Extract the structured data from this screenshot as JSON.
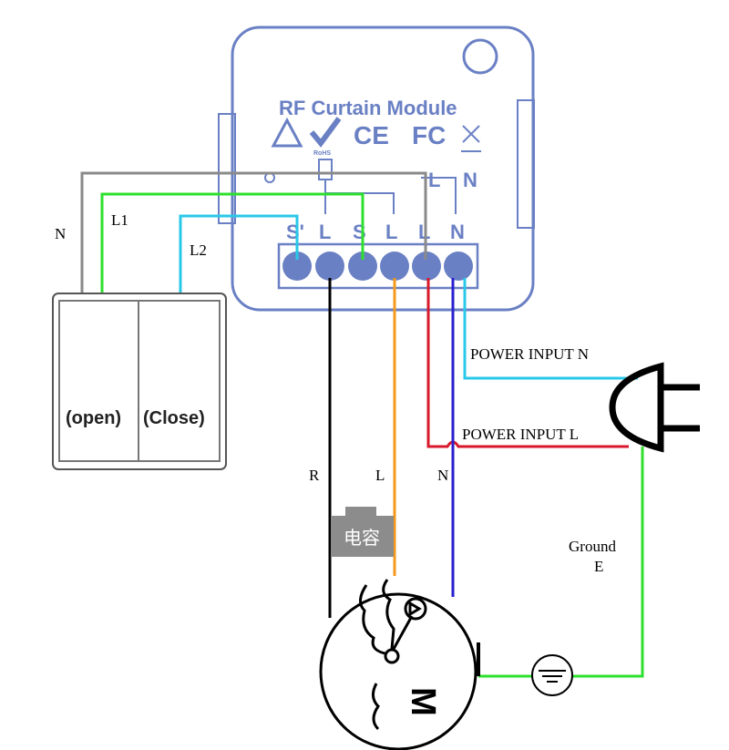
{
  "module": {
    "title": "RF Curtain Module",
    "cert_marks": [
      "CE",
      "FC"
    ],
    "rohs": "RoHS",
    "top_terminals": [
      "L",
      "N"
    ],
    "terminals": [
      "S'",
      "L",
      "S",
      "L",
      "L",
      "N"
    ],
    "color": "#6a80c4"
  },
  "switch": {
    "left": "(open)",
    "right": "(Close)"
  },
  "wire_labels": {
    "n_left": "N",
    "l1": "L1",
    "l2": "L2",
    "r": "R",
    "l": "L",
    "n": "N",
    "power_n": "POWER INPUT N",
    "power_l": "POWER INPUT L",
    "ground": "Ground",
    "ground_e": "E"
  },
  "capacitor": "电容",
  "motor": "M",
  "colors": {
    "gray": "#8a8a8a",
    "green": "#2ee02e",
    "cyan": "#29c8e8",
    "black": "#000000",
    "orange": "#f39a1c",
    "red": "#d8182a",
    "blue": "#2a1fd0"
  }
}
